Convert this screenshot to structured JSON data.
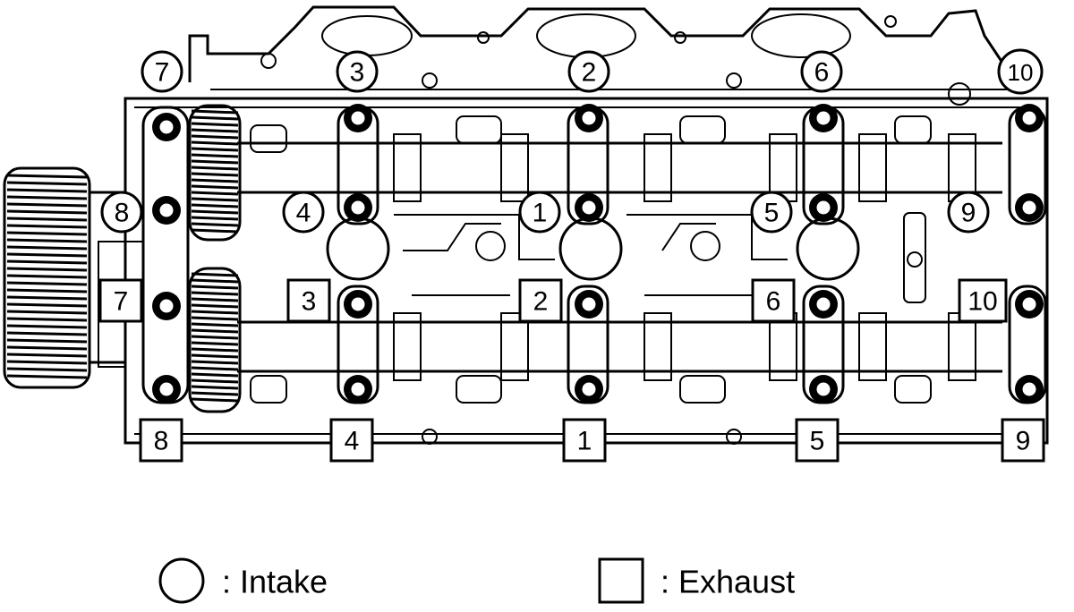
{
  "intake_labels": [
    "1",
    "2",
    "3",
    "4",
    "5",
    "6",
    "7",
    "8",
    "9",
    "10"
  ],
  "exhaust_labels": [
    "1",
    "2",
    "3",
    "4",
    "5",
    "6",
    "7",
    "8",
    "9",
    "10"
  ],
  "legend": {
    "intake_text": ": Intake",
    "exhaust_text": ": Exhaust"
  },
  "colors": {
    "line": "#000000",
    "background": "#ffffff"
  }
}
